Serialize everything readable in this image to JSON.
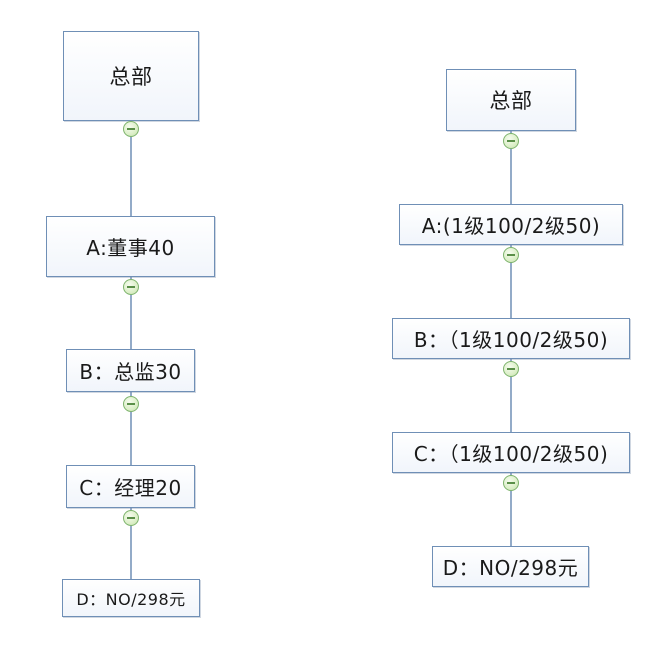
{
  "left_tree": {
    "root": "总部",
    "nodes": [
      "A:董事40",
      "B：总监30",
      "C：经理20",
      "D：NO/298元"
    ]
  },
  "right_tree": {
    "root": "总部",
    "nodes": [
      "A:(1级100/2级50)",
      "B：（1级100/2级50)",
      "C：（1级100/2级50)",
      "D：NO/298元"
    ]
  },
  "colors": {
    "node_border": "#6f8fb6",
    "connector": "#6f8fb6",
    "toggle_fill": "#dcefc8",
    "toggle_border": "#7fb46e"
  },
  "icons": {
    "toggle": "collapse-minus-icon"
  }
}
